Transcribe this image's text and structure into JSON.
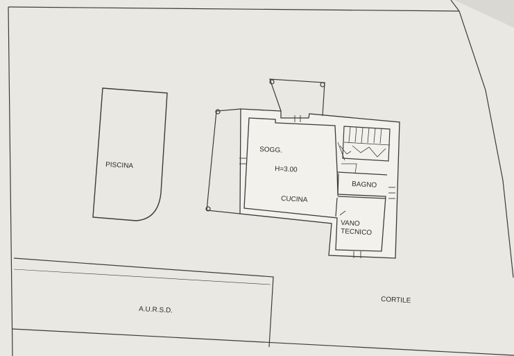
{
  "plan": {
    "labels": {
      "piscina": "PISCINA",
      "soggiorno": "SOGG.",
      "height": "H=3.00",
      "cucina": "CUCINA",
      "bagno": "BAGNO",
      "vano_line1": "VANO",
      "vano_line2": "TECNICO",
      "aursd": "A.U.R.S.D.",
      "cortile": "CORTILE"
    },
    "colors": {
      "paper": "#e9e8e2",
      "ink": "#3a3a3a",
      "wall_fill": "#f2f1ec"
    }
  }
}
